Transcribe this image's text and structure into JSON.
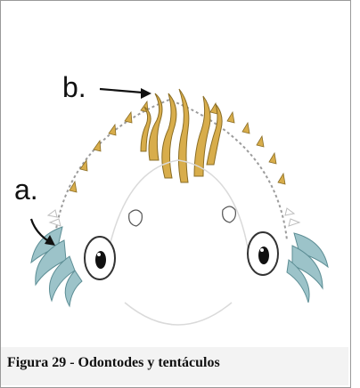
{
  "figure": {
    "label_a": "a.",
    "label_b": "b.",
    "caption": "Figura 29 - Odontodes y tentáculos",
    "colors": {
      "odontodes": "#d8ad4b",
      "tentacles": "#9cc3c9",
      "outline": "#444444"
    }
  }
}
